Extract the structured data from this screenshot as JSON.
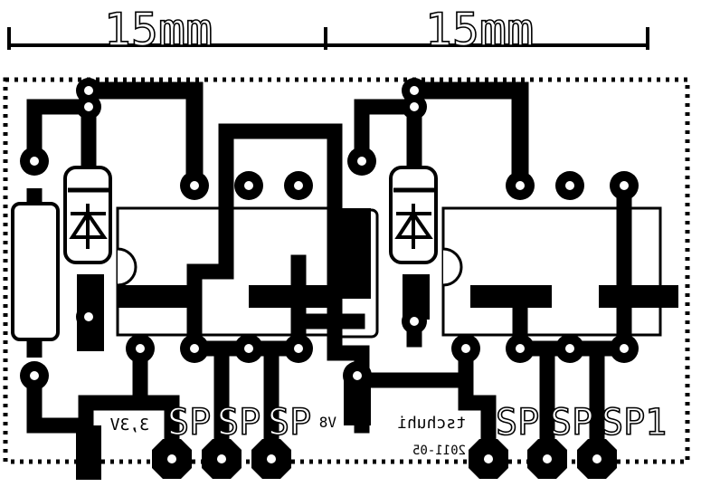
{
  "dimensions": {
    "left_label": "15mm",
    "right_label": "15mm"
  },
  "silkscreen": {
    "left_connectors": [
      "SP",
      "SP",
      "SP"
    ],
    "right_connectors": [
      "SP",
      "SP",
      "SP1"
    ],
    "mirrored_labels": {
      "left_voltage": "3,3V",
      "left_small": "V8",
      "right_author": "tschuhi",
      "right_date": "2011-05"
    }
  },
  "colors": {
    "copper": "#000000",
    "board": "#ffffff",
    "silk": "#000000"
  }
}
